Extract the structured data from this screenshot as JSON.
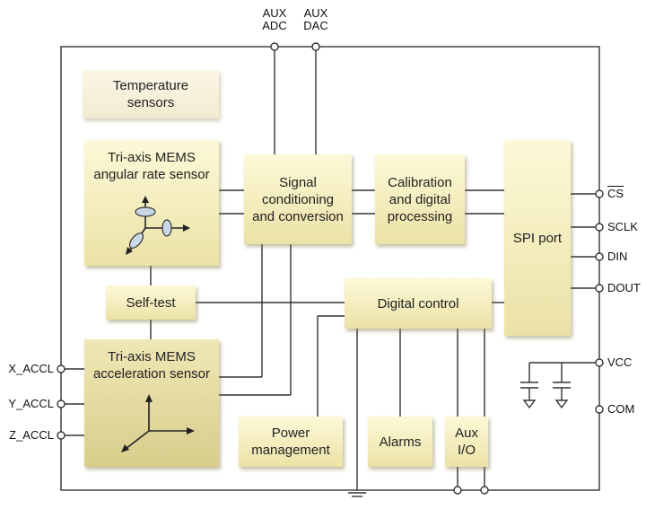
{
  "blocks": {
    "temperature": "Temperature\nsensors",
    "gyro": "Tri-axis MEMS\nangular rate sensor",
    "signal": "Signal\nconditioning\nand conversion",
    "calibration": "Calibration\nand digital\nprocessing",
    "spi": "SPI port",
    "selftest": "Self-test",
    "digital": "Digital control",
    "accel": "Tri-axis MEMS\nacceleration sensor",
    "power": "Power\nmanagement",
    "alarms": "Alarms",
    "auxio": "Aux\nI/O"
  },
  "pins": {
    "aux_adc": "AUX\nADC",
    "aux_dac": "AUX\nDAC",
    "cs": "CS",
    "sclk": "SCLK",
    "din": "DIN",
    "dout": "DOUT",
    "vcc": "VCC",
    "com": "COM",
    "x_accl": "X_ACCL",
    "y_accl": "Y_ACCL",
    "z_accl": "Z_ACCL"
  },
  "colors": {
    "block_light": "#fdf9d8",
    "block_dark": "#ebe2a6",
    "wire": "#333333"
  }
}
